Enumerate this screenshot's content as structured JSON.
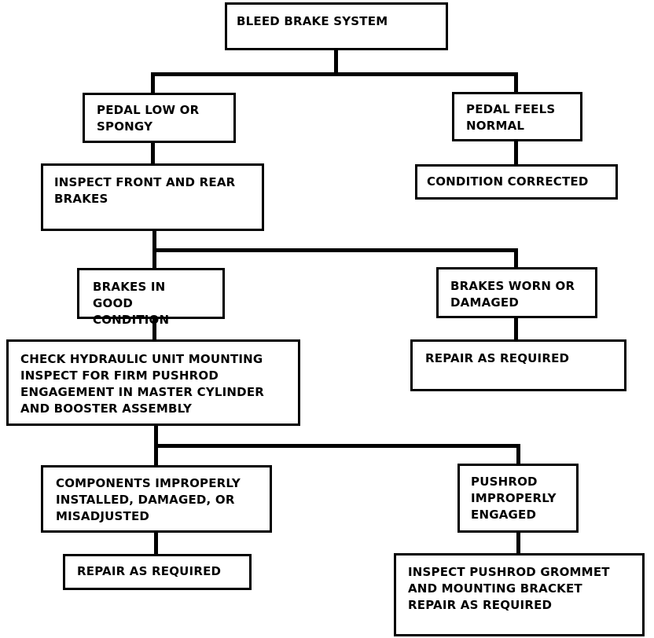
{
  "flowchart": {
    "nodes": [
      {
        "id": "n1",
        "text": "BLEED BRAKE SYSTEM"
      },
      {
        "id": "n2",
        "text": "PEDAL LOW OR\nSPONGY"
      },
      {
        "id": "n3",
        "text": "PEDAL FEELS\nNORMAL"
      },
      {
        "id": "n4",
        "text": "INSPECT FRONT AND REAR\nBRAKES"
      },
      {
        "id": "n5",
        "text": "CONDITION CORRECTED"
      },
      {
        "id": "n6",
        "text": "BRAKES IN GOOD\nCONDITION"
      },
      {
        "id": "n7",
        "text": "BRAKES WORN OR\nDAMAGED"
      },
      {
        "id": "n8",
        "text": "CHECK HYDRAULIC UNIT MOUNTING\nINSPECT FOR FIRM PUSHROD\nENGAGEMENT IN MASTER CYLINDER\nAND BOOSTER ASSEMBLY"
      },
      {
        "id": "n9",
        "text": "REPAIR AS REQUIRED"
      },
      {
        "id": "n10",
        "text": "COMPONENTS IMPROPERLY\nINSTALLED, DAMAGED, OR\nMISADJUSTED"
      },
      {
        "id": "n11",
        "text": "PUSHROD\nIMPROPERLY\nENGAGED"
      },
      {
        "id": "n12",
        "text": "REPAIR AS REQUIRED"
      },
      {
        "id": "n13",
        "text": "INSPECT PUSHROD GROMMET\nAND MOUNTING BRACKET\nREPAIR AS REQUIRED"
      }
    ],
    "edges": [
      {
        "from": "n1",
        "to": "n2"
      },
      {
        "from": "n1",
        "to": "n3"
      },
      {
        "from": "n2",
        "to": "n4"
      },
      {
        "from": "n3",
        "to": "n5"
      },
      {
        "from": "n4",
        "to": "n6"
      },
      {
        "from": "n4",
        "to": "n7"
      },
      {
        "from": "n6",
        "to": "n8"
      },
      {
        "from": "n7",
        "to": "n9"
      },
      {
        "from": "n8",
        "to": "n10"
      },
      {
        "from": "n8",
        "to": "n11"
      },
      {
        "from": "n10",
        "to": "n12"
      },
      {
        "from": "n11",
        "to": "n13"
      }
    ]
  }
}
